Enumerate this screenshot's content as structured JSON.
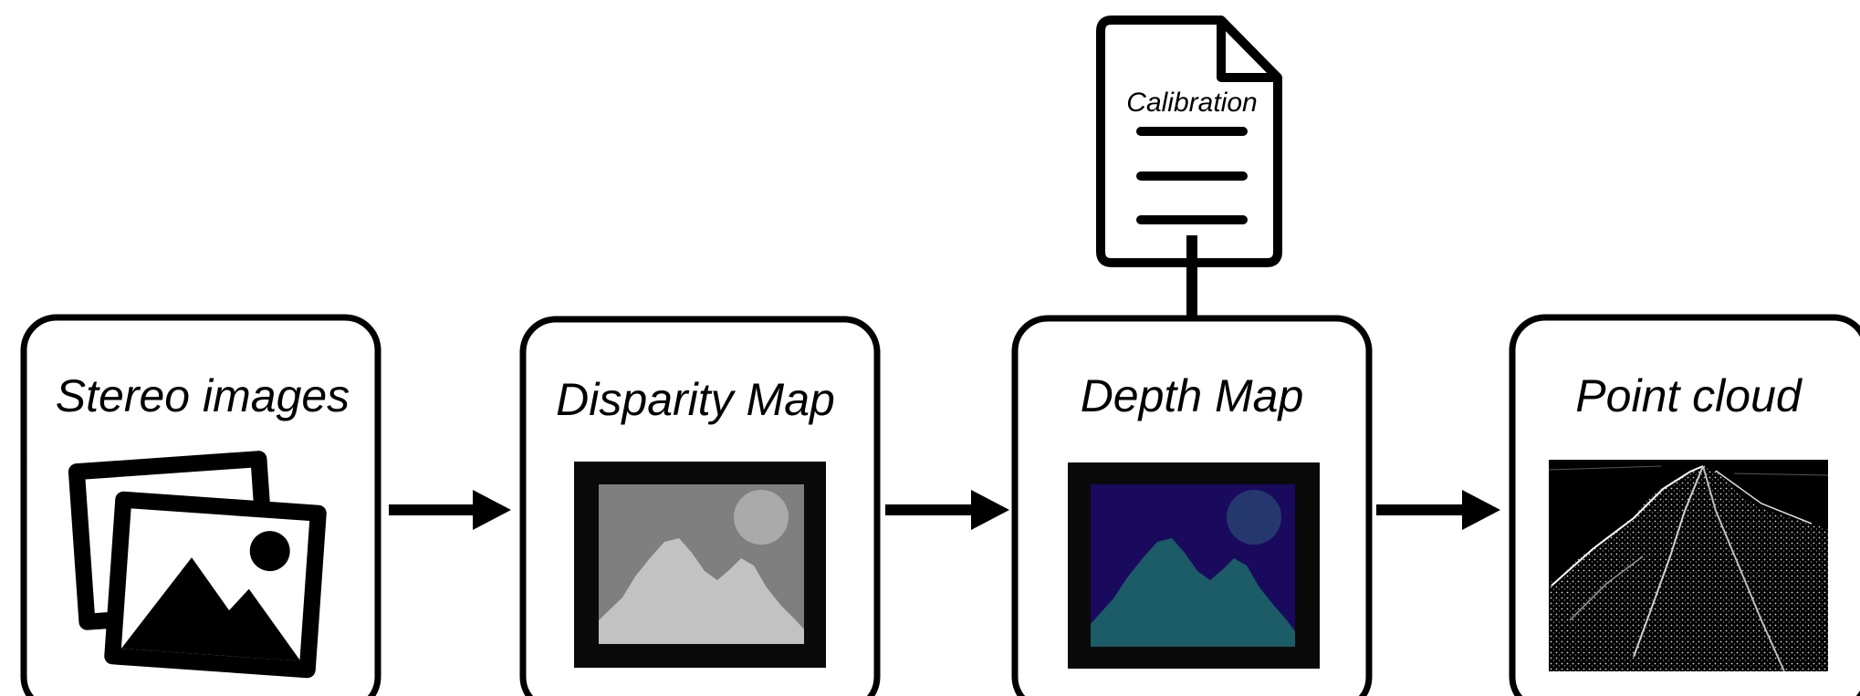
{
  "nodes": {
    "stereo": {
      "label": "Stereo images",
      "icon": "stereo-images-icon"
    },
    "disparity": {
      "label": "Disparity Map",
      "icon": "grayscale-mountain-image-icon"
    },
    "depth": {
      "label": "Depth Map",
      "icon": "colored-mountain-image-icon"
    },
    "pointcloud": {
      "label": "Point cloud",
      "icon": "point-cloud-terrain-image"
    }
  },
  "calibration": {
    "label": "Calibration",
    "icon": "document-icon"
  },
  "colors": {
    "disparity_frame": "#0a0a0a",
    "disparity_bg": "#7f7f7f",
    "disparity_mountain": "#c2c2c2",
    "disparity_sun": "#aaaaaa",
    "depth_bg": "#1a0a5e",
    "depth_mountain": "#1b5c66",
    "depth_sun": "#25386e",
    "pointcloud_bg": "#000000"
  }
}
